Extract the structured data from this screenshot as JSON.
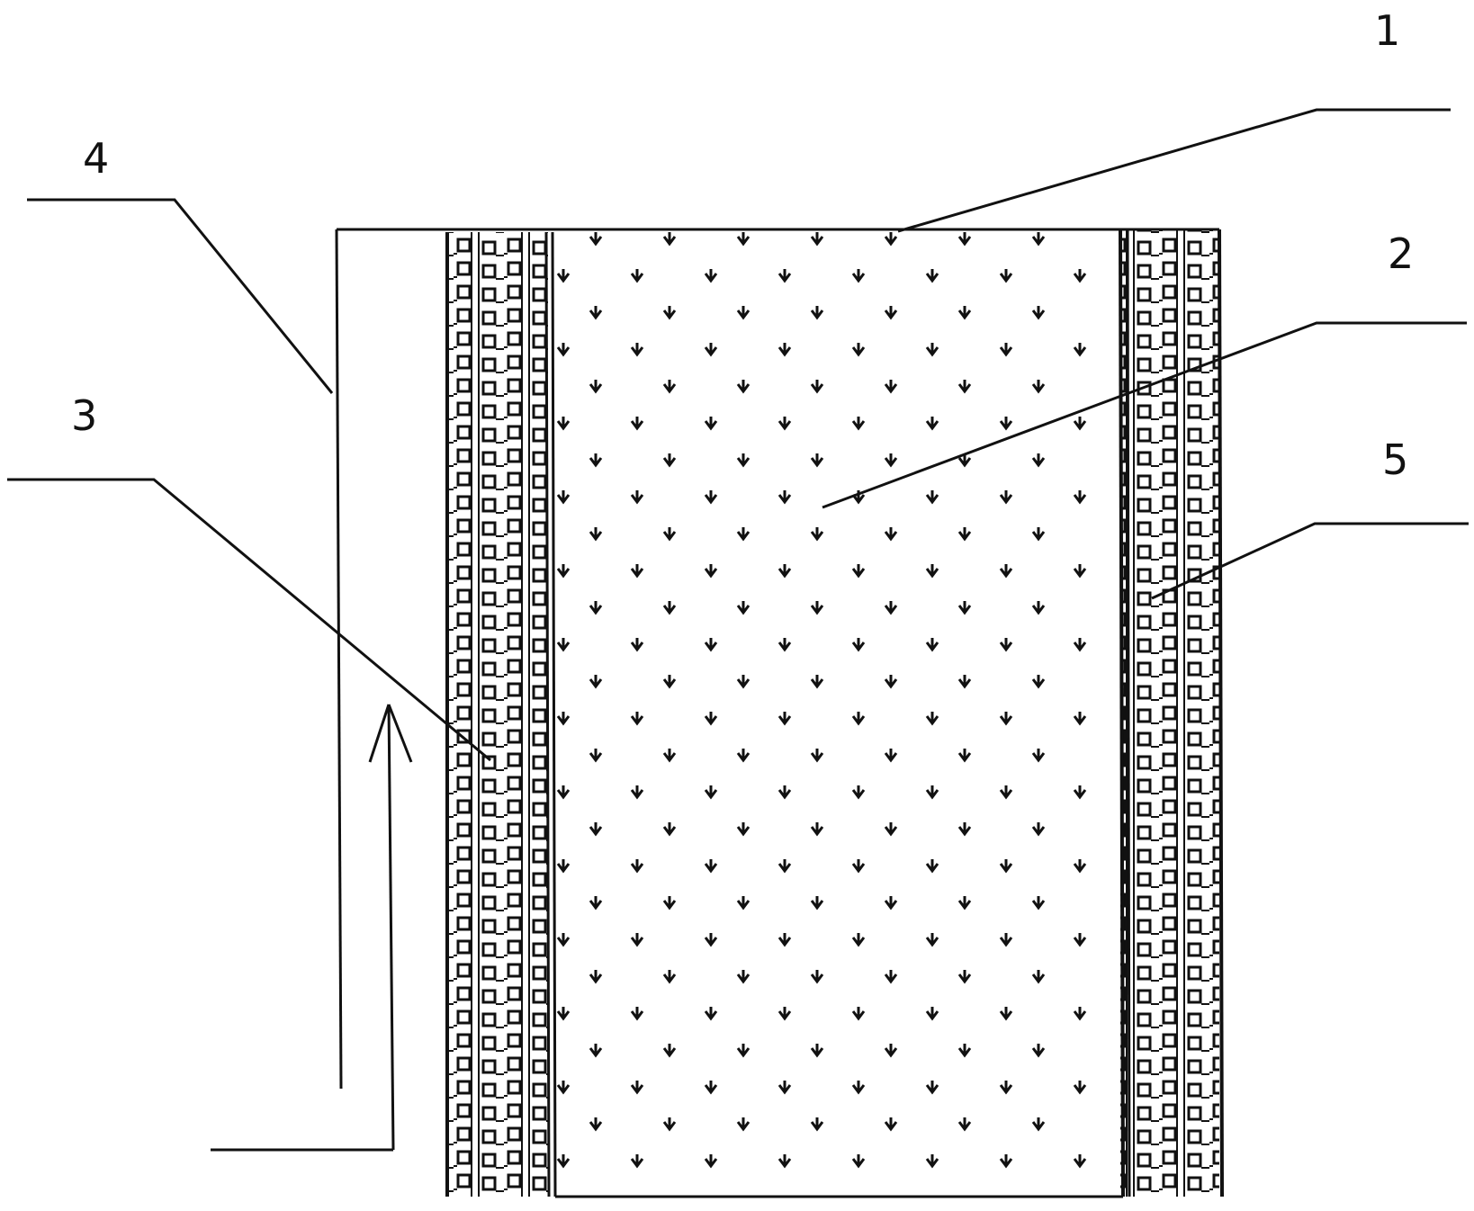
{
  "labels": {
    "l1": "1",
    "l2": "2",
    "l3": "3",
    "l4": "4",
    "l5": "5"
  },
  "style": {
    "ink": "#111111",
    "paper": "#ffffff"
  }
}
